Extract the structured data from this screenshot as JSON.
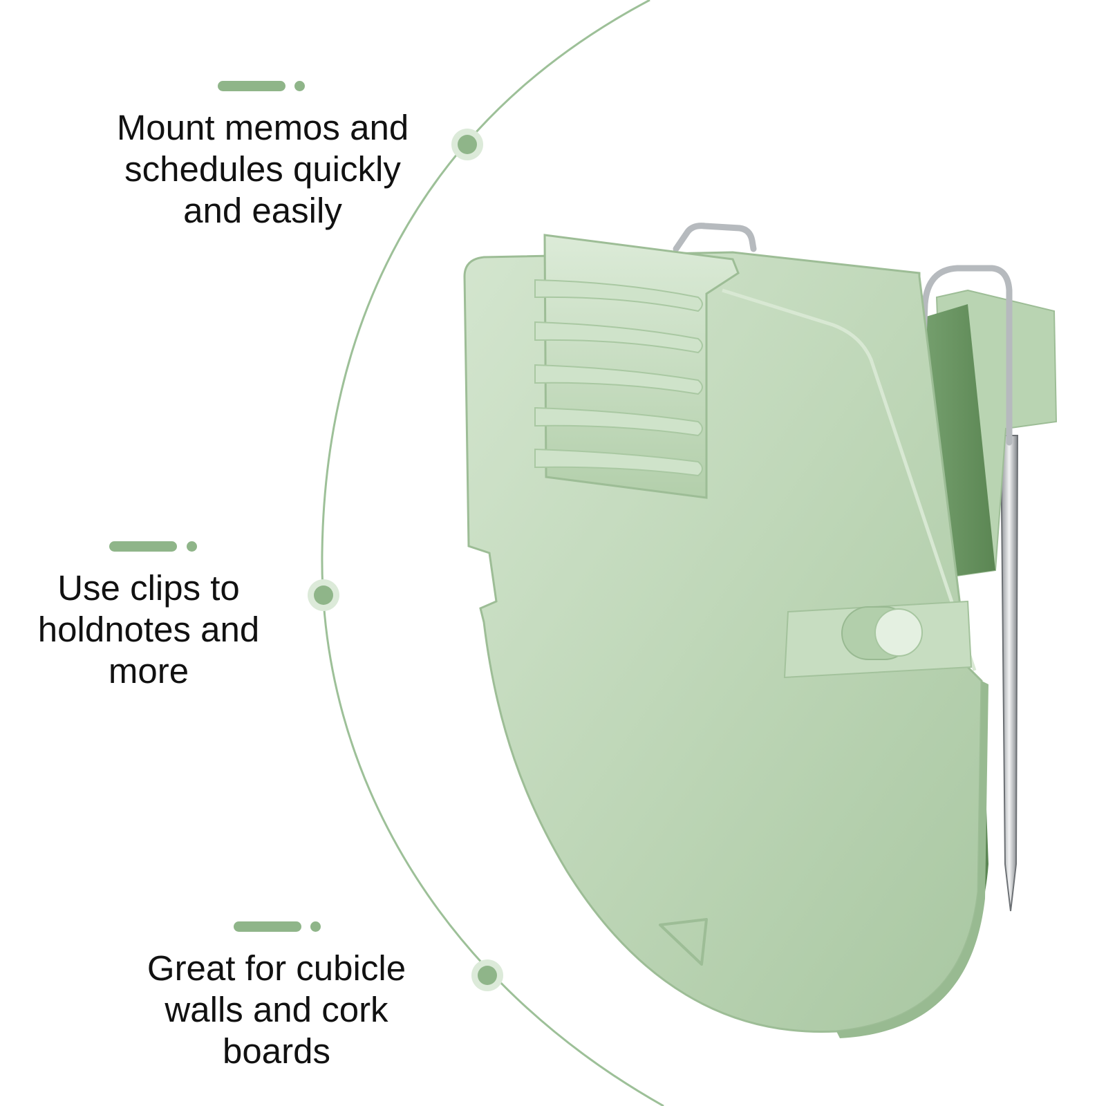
{
  "colors": {
    "accent": "#8fb589",
    "clip_body": "#bdd6b6",
    "clip_shadow": "#5f8a58",
    "metal": "#c8cbce"
  },
  "features": [
    {
      "icon": "decorative-bar-dot",
      "text": "Mount memos and\nschedules quickly\nand easily"
    },
    {
      "icon": "decorative-bar-dot",
      "text": "Use clips to\nholdnotes and\nmore"
    },
    {
      "icon": "decorative-bar-dot",
      "text": "Great for cubicle\nwalls and cork\nboards"
    }
  ],
  "product": {
    "icon": "push-pin-clip-icon"
  }
}
